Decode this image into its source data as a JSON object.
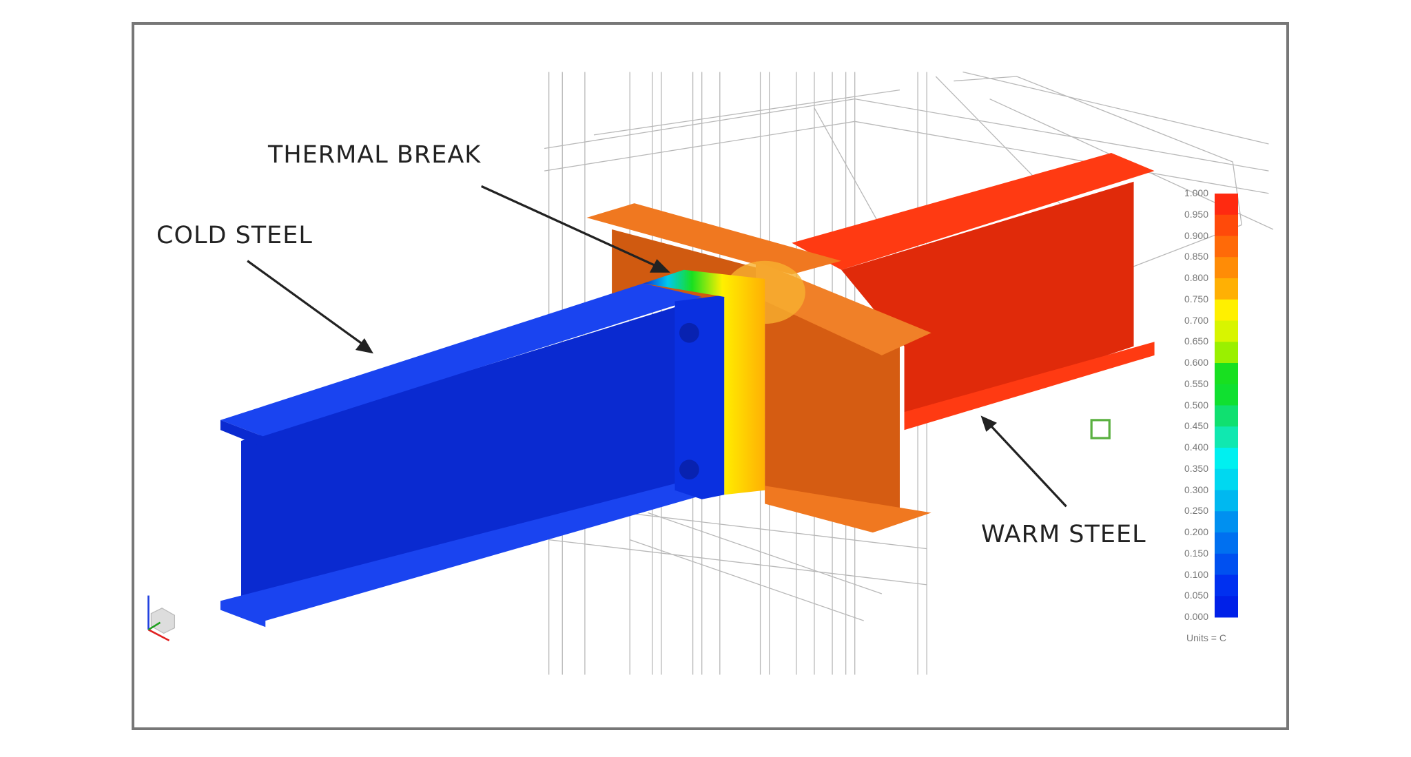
{
  "callouts": {
    "thermal_break": "THERMAL BREAK",
    "cold_steel": "COLD STEEL",
    "warm_steel": "WARM STEEL"
  },
  "legend": {
    "ticks": [
      "1.000",
      "0.950",
      "0.900",
      "0.850",
      "0.800",
      "0.750",
      "0.700",
      "0.650",
      "0.600",
      "0.550",
      "0.500",
      "0.450",
      "0.400",
      "0.350",
      "0.300",
      "0.250",
      "0.200",
      "0.150",
      "0.100",
      "0.050",
      "0.000"
    ],
    "colors": [
      "#ff2a10",
      "#ff4a0a",
      "#ff6a08",
      "#ff8c06",
      "#ffb004",
      "#fff000",
      "#d8f500",
      "#9af000",
      "#18e020",
      "#10e030",
      "#10e070",
      "#10e8b0",
      "#00f0f0",
      "#00d8f0",
      "#00b8f0",
      "#0090f0",
      "#0070f0",
      "#0050f0",
      "#0030f0",
      "#0020e8"
    ],
    "units": "Units = C"
  },
  "colors": {
    "cold": "#0a2fd8",
    "warm": "#e8280a",
    "column": "#e86a14"
  }
}
